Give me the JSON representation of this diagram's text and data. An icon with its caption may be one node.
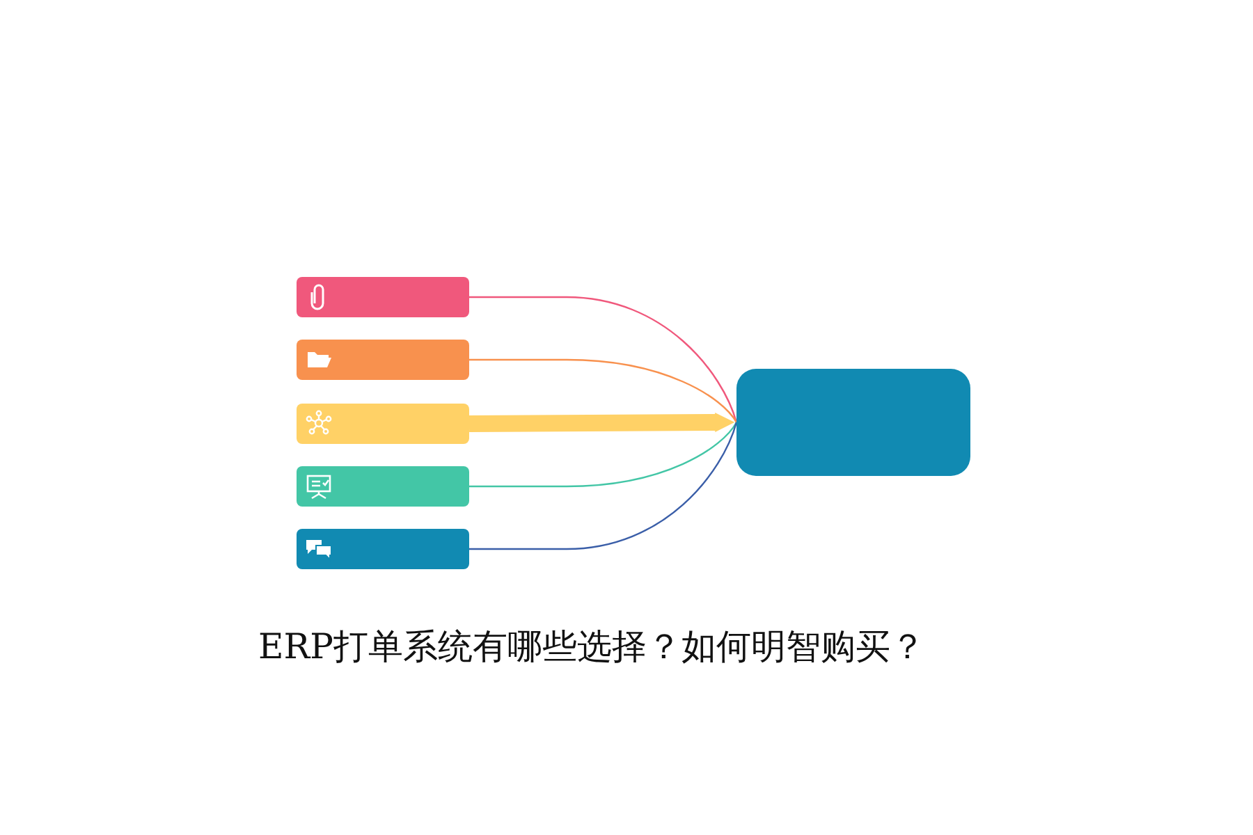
{
  "diagram": {
    "caption": "ERP打单系统有哪些选择？如何明智购买？",
    "nodes": [
      {
        "text": [],
        "shape": "box"
      },
      {
        "text": [],
        "shape": "box"
      },
      {
        "text": [],
        "shape": "box"
      },
      {
        "text": [],
        "shape": "box"
      },
      {
        "text": [],
        "shape": "box"
      },
      {
        "text": [],
        "shape": "box"
      }
    ],
    "edges": [
      {
        "from": 0,
        "to": 5,
        "arrow": "none",
        "color": "#f0587c"
      },
      {
        "from": 1,
        "to": 5,
        "arrow": "none",
        "color": "#f8914e"
      },
      {
        "from": 2,
        "to": 5,
        "arrow": "to",
        "style": "thick",
        "color": "#ffd166"
      },
      {
        "from": 3,
        "to": 5,
        "arrow": "none",
        "color": "#43c6a6"
      },
      {
        "from": 4,
        "to": 5,
        "arrow": "none",
        "color": "#3a5ea8"
      }
    ]
  }
}
